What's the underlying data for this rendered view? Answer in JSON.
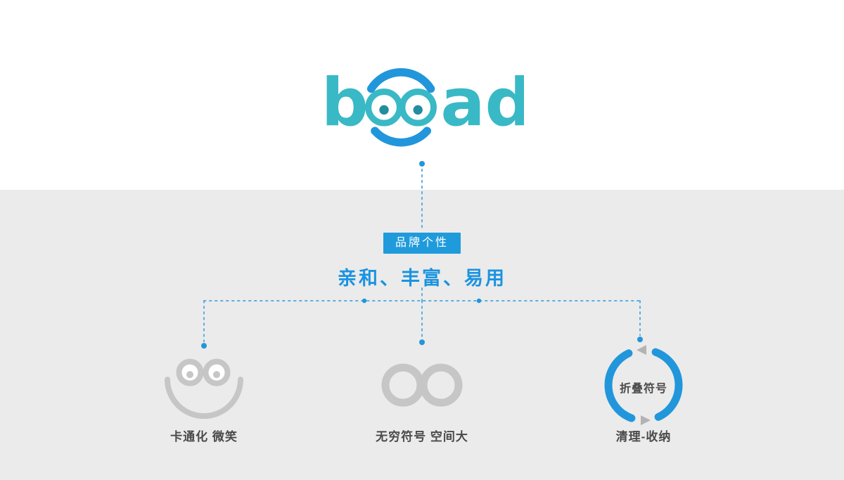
{
  "slide": {
    "type": "brand-design-diagram"
  },
  "logo": {
    "b": "b",
    "ad": "ad",
    "name": "boad"
  },
  "badge": {
    "label": "品牌个性"
  },
  "headline": {
    "text": "亲和、丰富、易用"
  },
  "branches": [
    {
      "id": "cartoon",
      "icon": "cartoon-smile-face-icon",
      "label": "卡通化 微笑"
    },
    {
      "id": "infinity",
      "icon": "infinity-icon",
      "label": "无穷符号 空间大"
    },
    {
      "id": "fold",
      "icon": "circular-arrows-icon",
      "label": "清理-收纳",
      "badge_text": "折叠符号"
    }
  ],
  "icons": {
    "cartoon": "cartoon-smile-face-icon",
    "infinity": "infinity-icon",
    "fold": "circular-arrows-icon"
  },
  "colors": {
    "teal": "#39b9c5",
    "teal_dark": "#238d9d",
    "blue": "#2196db",
    "blue_text": "#1b93e0",
    "badge_bg": "#1f9bdb",
    "gray_icon": "#c6c6c6",
    "gray_background": "#ebebeb",
    "label_text": "#4a4a4a",
    "dotted_line": "#58aee2",
    "arrow_gray": "#b3b3b3"
  }
}
